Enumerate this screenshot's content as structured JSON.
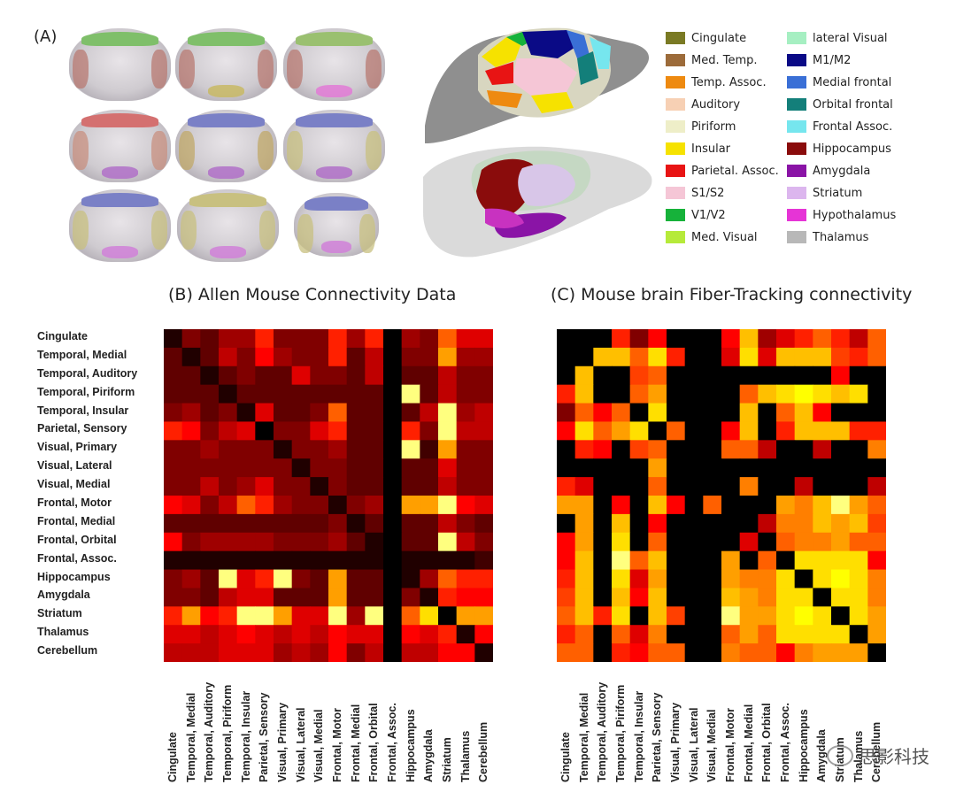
{
  "panels": {
    "a_label": "(A)",
    "b_title": "(B) Allen Mouse Connectivity Data",
    "c_title": "(C) Mouse brain Fiber-Tracking connectivity"
  },
  "legend": [
    {
      "label": "Cingulate",
      "color": "#7a7a24"
    },
    {
      "label": "Med. Temp.",
      "color": "#9c6b3a"
    },
    {
      "label": "Temp. Assoc.",
      "color": "#ee8a10"
    },
    {
      "label": "Auditory",
      "color": "#f7d0b4"
    },
    {
      "label": "Piriform",
      "color": "#eeeec8"
    },
    {
      "label": "Insular",
      "color": "#f6e200"
    },
    {
      "label": "Parietal. Assoc.",
      "color": "#e81414"
    },
    {
      "label": "S1/S2",
      "color": "#f5c6d6"
    },
    {
      "label": "V1/V2",
      "color": "#16b23a"
    },
    {
      "label": "Med. Visual",
      "color": "#b6ea3a"
    },
    {
      "label": "lateral Visual",
      "color": "#a6efc2"
    },
    {
      "label": "M1/M2",
      "color": "#0a0a86"
    },
    {
      "label": "Medial frontal",
      "color": "#3a6fd6"
    },
    {
      "label": "Orbital frontal",
      "color": "#137f7a"
    },
    {
      "label": "Frontal Assoc.",
      "color": "#76e6ee"
    },
    {
      "label": "Hippocampus",
      "color": "#8a0c0c"
    },
    {
      "label": "Amygdala",
      "color": "#8a14a6"
    },
    {
      "label": "Striatum",
      "color": "#dcb6ee"
    },
    {
      "label": "Hypothalamus",
      "color": "#e634d6"
    },
    {
      "label": "Thalamus",
      "color": "#b8b8b8"
    }
  ],
  "regions": [
    "Cingulate",
    "Temporal, Medial",
    "Temporal, Auditory",
    "Temporal, Piriform",
    "Temporal, Insular",
    "Parietal, Sensory",
    "Visual, Primary",
    "Visual, Lateral",
    "Visual, Medial",
    "Frontal, Motor",
    "Frontal, Medial",
    "Frontal, Orbital",
    "Frontal, Assoc.",
    "Hippocampus",
    "Amygdala",
    "Striatum",
    "Thalamus",
    "Cerebellum"
  ],
  "watermark": "思影科技",
  "chart_data": [
    {
      "type": "heatmap",
      "title": "(B) Allen Mouse Connectivity Data",
      "rows": [
        "Cingulate",
        "Temporal, Medial",
        "Temporal, Auditory",
        "Temporal, Piriform",
        "Temporal, Insular",
        "Parietal, Sensory",
        "Visual, Primary",
        "Visual, Lateral",
        "Visual, Medial",
        "Frontal, Motor",
        "Frontal, Medial",
        "Frontal, Orbital",
        "Frontal, Assoc.",
        "Hippocampus",
        "Amygdala",
        "Striatum",
        "Thalamus",
        "Cerebellum"
      ],
      "columns": [
        "Cingulate",
        "Temporal, Medial",
        "Temporal, Auditory",
        "Temporal, Piriform",
        "Temporal, Insular",
        "Parietal, Sensory",
        "Visual, Primary",
        "Visual, Lateral",
        "Visual, Medial",
        "Frontal, Motor",
        "Frontal, Medial",
        "Frontal, Orbital",
        "Frontal, Assoc.",
        "Hippocampus",
        "Amygdala",
        "Striatum",
        "Thalamus",
        "Cerebellum"
      ],
      "colormap": "hot",
      "range": [
        0,
        1
      ],
      "values": [
        [
          0.05,
          0.2,
          0.15,
          0.25,
          0.25,
          0.45,
          0.2,
          0.2,
          0.2,
          0.45,
          0.25,
          0.45,
          0.0,
          0.25,
          0.2,
          0.55,
          0.35,
          0.35
        ],
        [
          0.15,
          0.05,
          0.15,
          0.3,
          0.2,
          0.4,
          0.25,
          0.2,
          0.2,
          0.45,
          0.15,
          0.3,
          0.0,
          0.2,
          0.2,
          0.65,
          0.25,
          0.25
        ],
        [
          0.15,
          0.15,
          0.05,
          0.15,
          0.2,
          0.15,
          0.15,
          0.35,
          0.2,
          0.2,
          0.15,
          0.3,
          0.0,
          0.15,
          0.15,
          0.3,
          0.2,
          0.2
        ],
        [
          0.15,
          0.15,
          0.15,
          0.05,
          0.15,
          0.15,
          0.15,
          0.15,
          0.15,
          0.15,
          0.15,
          0.15,
          0.0,
          0.9,
          0.15,
          0.3,
          0.2,
          0.2
        ],
        [
          0.2,
          0.25,
          0.15,
          0.2,
          0.05,
          0.35,
          0.15,
          0.15,
          0.2,
          0.55,
          0.15,
          0.15,
          0.0,
          0.15,
          0.3,
          0.9,
          0.25,
          0.3
        ],
        [
          0.45,
          0.4,
          0.2,
          0.3,
          0.35,
          0.0,
          0.2,
          0.2,
          0.35,
          0.45,
          0.15,
          0.15,
          0.0,
          0.45,
          0.2,
          0.9,
          0.3,
          0.3
        ],
        [
          0.2,
          0.2,
          0.25,
          0.2,
          0.2,
          0.2,
          0.05,
          0.2,
          0.2,
          0.25,
          0.15,
          0.15,
          0.0,
          0.9,
          0.1,
          0.65,
          0.2,
          0.2
        ],
        [
          0.2,
          0.2,
          0.2,
          0.2,
          0.2,
          0.2,
          0.2,
          0.05,
          0.2,
          0.2,
          0.15,
          0.15,
          0.0,
          0.15,
          0.15,
          0.35,
          0.2,
          0.2
        ],
        [
          0.2,
          0.2,
          0.3,
          0.2,
          0.25,
          0.35,
          0.2,
          0.2,
          0.05,
          0.2,
          0.15,
          0.15,
          0.0,
          0.15,
          0.15,
          0.3,
          0.2,
          0.2
        ],
        [
          0.4,
          0.35,
          0.2,
          0.3,
          0.55,
          0.45,
          0.25,
          0.2,
          0.2,
          0.05,
          0.2,
          0.25,
          0.0,
          0.65,
          0.65,
          0.9,
          0.4,
          0.35
        ],
        [
          0.15,
          0.15,
          0.15,
          0.15,
          0.15,
          0.15,
          0.15,
          0.15,
          0.15,
          0.2,
          0.05,
          0.15,
          0.0,
          0.15,
          0.15,
          0.3,
          0.2,
          0.15
        ],
        [
          0.4,
          0.2,
          0.25,
          0.25,
          0.25,
          0.25,
          0.2,
          0.2,
          0.2,
          0.25,
          0.15,
          0.05,
          0.0,
          0.15,
          0.15,
          0.9,
          0.3,
          0.2
        ],
        [
          0.05,
          0.05,
          0.05,
          0.05,
          0.05,
          0.05,
          0.05,
          0.05,
          0.05,
          0.05,
          0.05,
          0.05,
          0.0,
          0.05,
          0.05,
          0.05,
          0.05,
          0.1
        ],
        [
          0.2,
          0.25,
          0.15,
          0.9,
          0.35,
          0.45,
          0.9,
          0.2,
          0.15,
          0.65,
          0.15,
          0.15,
          0.0,
          0.05,
          0.25,
          0.55,
          0.45,
          0.45
        ],
        [
          0.2,
          0.2,
          0.15,
          0.3,
          0.35,
          0.35,
          0.15,
          0.15,
          0.15,
          0.65,
          0.15,
          0.15,
          0.0,
          0.2,
          0.05,
          0.45,
          0.4,
          0.4
        ],
        [
          0.45,
          0.65,
          0.4,
          0.45,
          0.9,
          0.9,
          0.65,
          0.35,
          0.35,
          0.9,
          0.25,
          0.9,
          0.0,
          0.55,
          0.75,
          0.0,
          0.65,
          0.65
        ],
        [
          0.35,
          0.35,
          0.3,
          0.35,
          0.4,
          0.35,
          0.3,
          0.35,
          0.3,
          0.4,
          0.35,
          0.35,
          0.0,
          0.4,
          0.35,
          0.45,
          0.05,
          0.4
        ],
        [
          0.3,
          0.3,
          0.3,
          0.35,
          0.35,
          0.35,
          0.25,
          0.3,
          0.25,
          0.4,
          0.2,
          0.3,
          0.0,
          0.3,
          0.3,
          0.4,
          0.4,
          0.05
        ]
      ]
    },
    {
      "type": "heatmap",
      "title": "(C) Mouse brain Fiber-Tracking connectivity",
      "rows": [
        "Cingulate",
        "Temporal, Medial",
        "Temporal, Auditory",
        "Temporal, Piriform",
        "Temporal, Insular",
        "Parietal, Sensory",
        "Visual, Primary",
        "Visual, Lateral",
        "Visual, Medial",
        "Frontal, Motor",
        "Frontal, Medial",
        "Frontal, Orbital",
        "Frontal, Assoc.",
        "Hippocampus",
        "Amygdala",
        "Striatum",
        "Thalamus",
        "Cerebellum"
      ],
      "columns": [
        "Cingulate",
        "Temporal, Medial",
        "Temporal, Auditory",
        "Temporal, Piriform",
        "Temporal, Insular",
        "Parietal, Sensory",
        "Visual, Primary",
        "Visual, Lateral",
        "Visual, Medial",
        "Frontal, Motor",
        "Frontal, Medial",
        "Frontal, Orbital",
        "Frontal, Assoc.",
        "Hippocampus",
        "Amygdala",
        "Striatum",
        "Thalamus",
        "Cerebellum"
      ],
      "colormap": "hot",
      "range": [
        0,
        1
      ],
      "values": [
        [
          0.0,
          0.0,
          0.0,
          0.45,
          0.2,
          0.4,
          0.0,
          0.0,
          0.0,
          0.4,
          0.7,
          0.25,
          0.35,
          0.45,
          0.55,
          0.45,
          0.3,
          0.55
        ],
        [
          0.0,
          0.0,
          0.7,
          0.7,
          0.55,
          0.75,
          0.45,
          0.0,
          0.0,
          0.35,
          0.75,
          0.35,
          0.7,
          0.7,
          0.7,
          0.5,
          0.45,
          0.55
        ],
        [
          0.0,
          0.7,
          0.0,
          0.0,
          0.5,
          0.55,
          0.0,
          0.0,
          0.0,
          0.0,
          0.0,
          0.0,
          0.0,
          0.0,
          0.0,
          0.4,
          0.0,
          0.0
        ],
        [
          0.45,
          0.7,
          0.0,
          0.0,
          0.55,
          0.65,
          0.0,
          0.0,
          0.0,
          0.0,
          0.55,
          0.7,
          0.75,
          0.8,
          0.75,
          0.7,
          0.75,
          0.0
        ],
        [
          0.2,
          0.55,
          0.4,
          0.55,
          0.0,
          0.75,
          0.0,
          0.0,
          0.0,
          0.0,
          0.7,
          0.0,
          0.55,
          0.7,
          0.4,
          0.0,
          0.0,
          0.0
        ],
        [
          0.4,
          0.75,
          0.55,
          0.65,
          0.75,
          0.0,
          0.55,
          0.0,
          0.0,
          0.4,
          0.7,
          0.0,
          0.45,
          0.7,
          0.7,
          0.7,
          0.45,
          0.45
        ],
        [
          0.0,
          0.45,
          0.4,
          0.0,
          0.5,
          0.55,
          0.0,
          0.0,
          0.0,
          0.55,
          0.55,
          0.3,
          0.0,
          0.0,
          0.3,
          0.0,
          0.0,
          0.6
        ],
        [
          0.0,
          0.0,
          0.0,
          0.0,
          0.0,
          0.65,
          0.0,
          0.0,
          0.0,
          0.0,
          0.0,
          0.0,
          0.0,
          0.0,
          0.0,
          0.0,
          0.0,
          0.0
        ],
        [
          0.45,
          0.35,
          0.0,
          0.0,
          0.0,
          0.55,
          0.0,
          0.0,
          0.0,
          0.0,
          0.6,
          0.0,
          0.0,
          0.3,
          0.0,
          0.0,
          0.0,
          0.3
        ],
        [
          0.65,
          0.65,
          0.0,
          0.4,
          0.0,
          0.7,
          0.4,
          0.0,
          0.55,
          0.0,
          0.0,
          0.0,
          0.65,
          0.6,
          0.7,
          0.9,
          0.65,
          0.55
        ],
        [
          0.0,
          0.65,
          0.0,
          0.7,
          0.0,
          0.4,
          0.0,
          0.0,
          0.0,
          0.0,
          0.0,
          0.3,
          0.6,
          0.6,
          0.7,
          0.65,
          0.7,
          0.5
        ],
        [
          0.4,
          0.65,
          0.0,
          0.75,
          0.0,
          0.55,
          0.0,
          0.0,
          0.0,
          0.0,
          0.35,
          0.0,
          0.55,
          0.6,
          0.6,
          0.65,
          0.55,
          0.55
        ],
        [
          0.4,
          0.7,
          0.0,
          0.9,
          0.55,
          0.7,
          0.0,
          0.0,
          0.0,
          0.65,
          0.0,
          0.55,
          0.0,
          0.75,
          0.75,
          0.75,
          0.75,
          0.4
        ],
        [
          0.45,
          0.7,
          0.0,
          0.75,
          0.35,
          0.65,
          0.0,
          0.0,
          0.0,
          0.65,
          0.6,
          0.6,
          0.75,
          0.0,
          0.75,
          0.8,
          0.75,
          0.6
        ],
        [
          0.5,
          0.7,
          0.0,
          0.7,
          0.4,
          0.7,
          0.0,
          0.0,
          0.0,
          0.7,
          0.65,
          0.6,
          0.75,
          0.75,
          0.0,
          0.75,
          0.75,
          0.6
        ],
        [
          0.55,
          0.7,
          0.45,
          0.75,
          0.0,
          0.7,
          0.5,
          0.0,
          0.0,
          0.9,
          0.65,
          0.65,
          0.75,
          0.8,
          0.75,
          0.0,
          0.75,
          0.65
        ],
        [
          0.45,
          0.55,
          0.0,
          0.55,
          0.35,
          0.6,
          0.0,
          0.0,
          0.0,
          0.55,
          0.65,
          0.55,
          0.75,
          0.75,
          0.75,
          0.75,
          0.0,
          0.65
        ],
        [
          0.55,
          0.55,
          0.0,
          0.45,
          0.4,
          0.55,
          0.55,
          0.0,
          0.0,
          0.6,
          0.55,
          0.55,
          0.4,
          0.6,
          0.65,
          0.65,
          0.65,
          0.0
        ]
      ]
    }
  ]
}
